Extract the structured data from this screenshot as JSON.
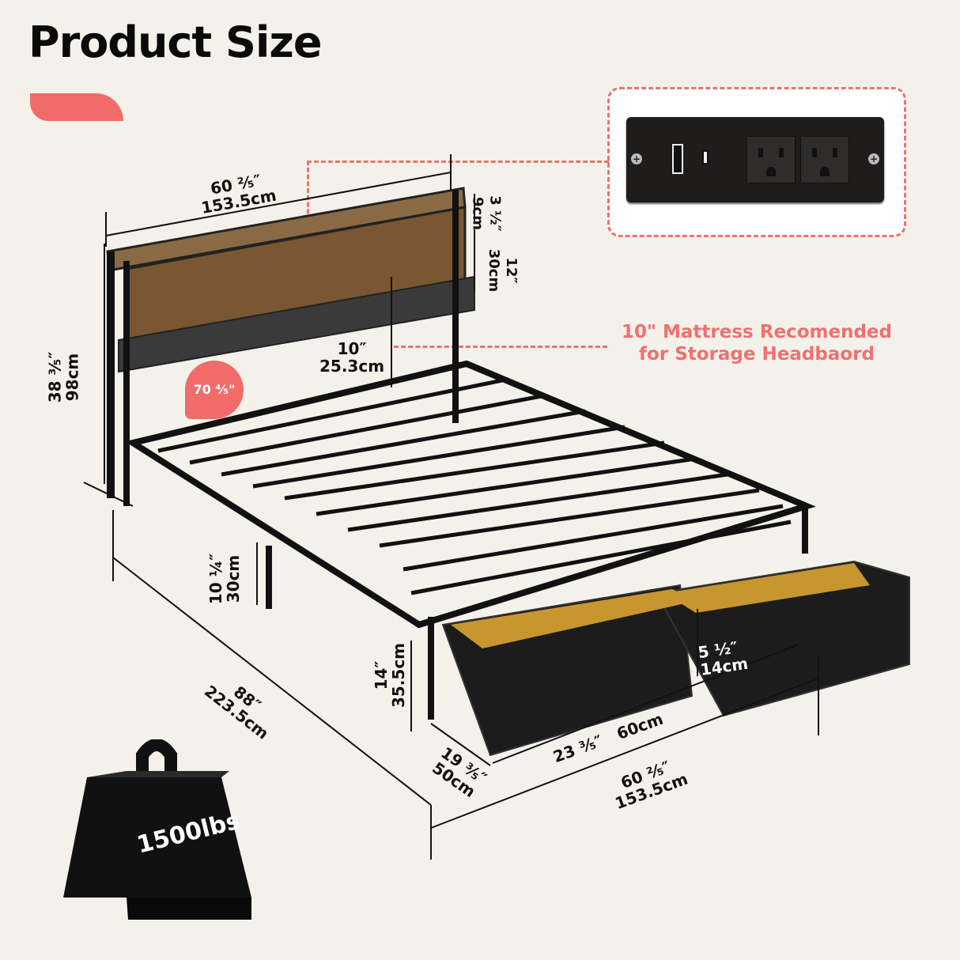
{
  "header": {
    "title": "Product Size"
  },
  "colors": {
    "accent": "#f26b6b",
    "background": "#f4f1ea",
    "text": "#111111"
  },
  "outlet_callout": {
    "icons": [
      "screw-icon",
      "usb-a-port-icon",
      "usb-c-port-icon",
      "ac-outlet-icon",
      "ac-outlet-icon",
      "screw-icon"
    ]
  },
  "note": {
    "line1": "10\" Mattress Recomended",
    "line2": "for Storage Headbaord"
  },
  "dimensions": {
    "headboard_width": {
      "imperial": "60 ²⁄₅″",
      "metric": "153.5cm"
    },
    "shelf_top": {
      "imperial": "3 ½″",
      "metric": "9cm"
    },
    "shelf_height": {
      "imperial": "12″",
      "metric": "30cm"
    },
    "total_height": {
      "imperial": "38 ³⁄₅″",
      "metric": "98cm"
    },
    "mattress_clearance": {
      "imperial": "10″",
      "metric": "25.3cm"
    },
    "cord_length": {
      "imperial": "70 ⁴⁄₅\""
    },
    "under_bed_clearance": {
      "imperial": "10 ¼″",
      "metric": "30cm"
    },
    "bed_length": {
      "imperial": "88″",
      "metric": "223.5cm"
    },
    "footboard_height": {
      "imperial": "14″",
      "metric": "35.5cm"
    },
    "drawer_height": {
      "imperial": "5 ½″",
      "metric": "14cm"
    },
    "drawer_depth": {
      "imperial": "19 ³⁄₅″",
      "metric": "50cm"
    },
    "drawer_width": {
      "imperial": "23 ³⁄₅″",
      "metric": "60cm"
    },
    "bed_width": {
      "imperial": "60 ²⁄₅″",
      "metric": "153.5cm"
    }
  },
  "weight": {
    "label": "1500lbs"
  }
}
